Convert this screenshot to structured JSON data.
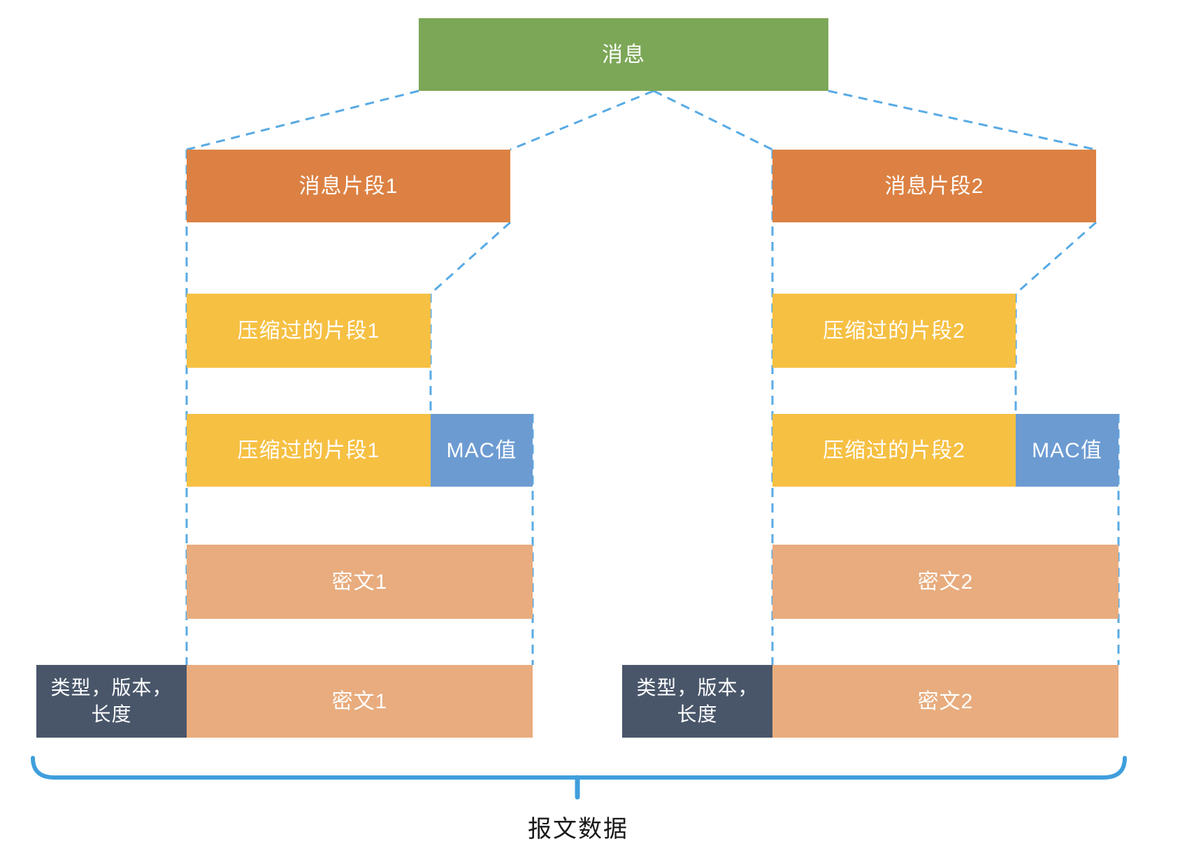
{
  "colors": {
    "message-green": "#7CA757",
    "fragment-orange": "#DC8143",
    "compressed-yellow": "#F6C043",
    "mac-blue": "#6C9BD2",
    "cipher-salmon": "#E8AC7E",
    "header-slate": "#49566A",
    "connector-blue": "#58AAE4",
    "brace-blue": "#3F9FDC",
    "label-black": "#1A1A1A",
    "box-text": "#FFFFFF"
  },
  "message": {
    "label": "消息"
  },
  "left": {
    "fragment": "消息片段1",
    "compressed": "压缩过的片段1",
    "compressed_mac_row": "压缩过的片段1",
    "mac": "MAC值",
    "cipher": "密文1",
    "cipher_final": "密文1",
    "header_line1": "类型，版本，",
    "header_line2": "长度"
  },
  "right": {
    "fragment": "消息片段2",
    "compressed": "压缩过的片段2",
    "compressed_mac_row": "压缩过的片段2",
    "mac": "MAC值",
    "cipher": "密文2",
    "cipher_final": "密文2",
    "header_line1": "类型，版本，",
    "header_line2": "长度"
  },
  "footer": {
    "label": "报文数据"
  }
}
